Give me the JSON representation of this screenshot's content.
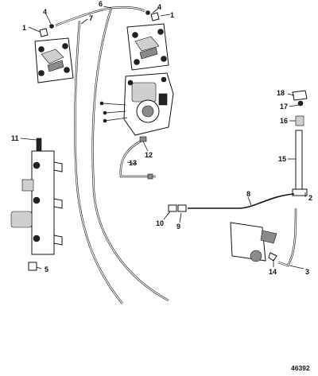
{
  "callouts": [
    "1",
    "4",
    "6",
    "7",
    "4",
    "1",
    "18",
    "17",
    "16",
    "15",
    "11",
    "12",
    "13",
    "8",
    "2",
    "10",
    "9",
    "5",
    "14",
    "3"
  ],
  "reference_number": "46392"
}
